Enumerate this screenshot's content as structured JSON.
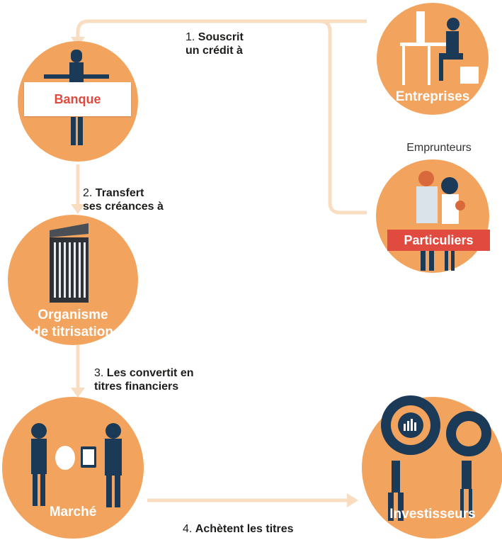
{
  "colors": {
    "circle": "#f2a35e",
    "arrow": "#f8ddc0",
    "accent_red": "#e04a3f",
    "navy": "#1b3a57",
    "text": "#1d1d1b"
  },
  "nodes": {
    "banque": {
      "label": "Banque"
    },
    "entreprises": {
      "label": "Entreprises"
    },
    "particuliers": {
      "label": "Particuliers"
    },
    "emprunteurs": {
      "label": "Emprunteurs"
    },
    "organisme": {
      "line1": "Organisme",
      "line2": "de titrisation"
    },
    "marche": {
      "label": "Marché"
    },
    "investisseurs": {
      "label": "Investisseurs"
    }
  },
  "steps": {
    "s1": {
      "num": "1.",
      "line1": "Souscrit",
      "line2": "un crédit à"
    },
    "s2": {
      "num": "2.",
      "line1": "Transfert",
      "line2": "ses créances à"
    },
    "s3": {
      "num": "3.",
      "line1": "Les convertit en",
      "line2": "titres financiers"
    },
    "s4": {
      "num": "4.",
      "line1": "Achètent les titres"
    }
  },
  "icons": [
    "banker-holding-sign-icon",
    "office-worker-at-desk-icon",
    "family-with-baby-icon",
    "office-building-icon",
    "money-bag-exchange-icon",
    "gears-with-people-icon"
  ]
}
